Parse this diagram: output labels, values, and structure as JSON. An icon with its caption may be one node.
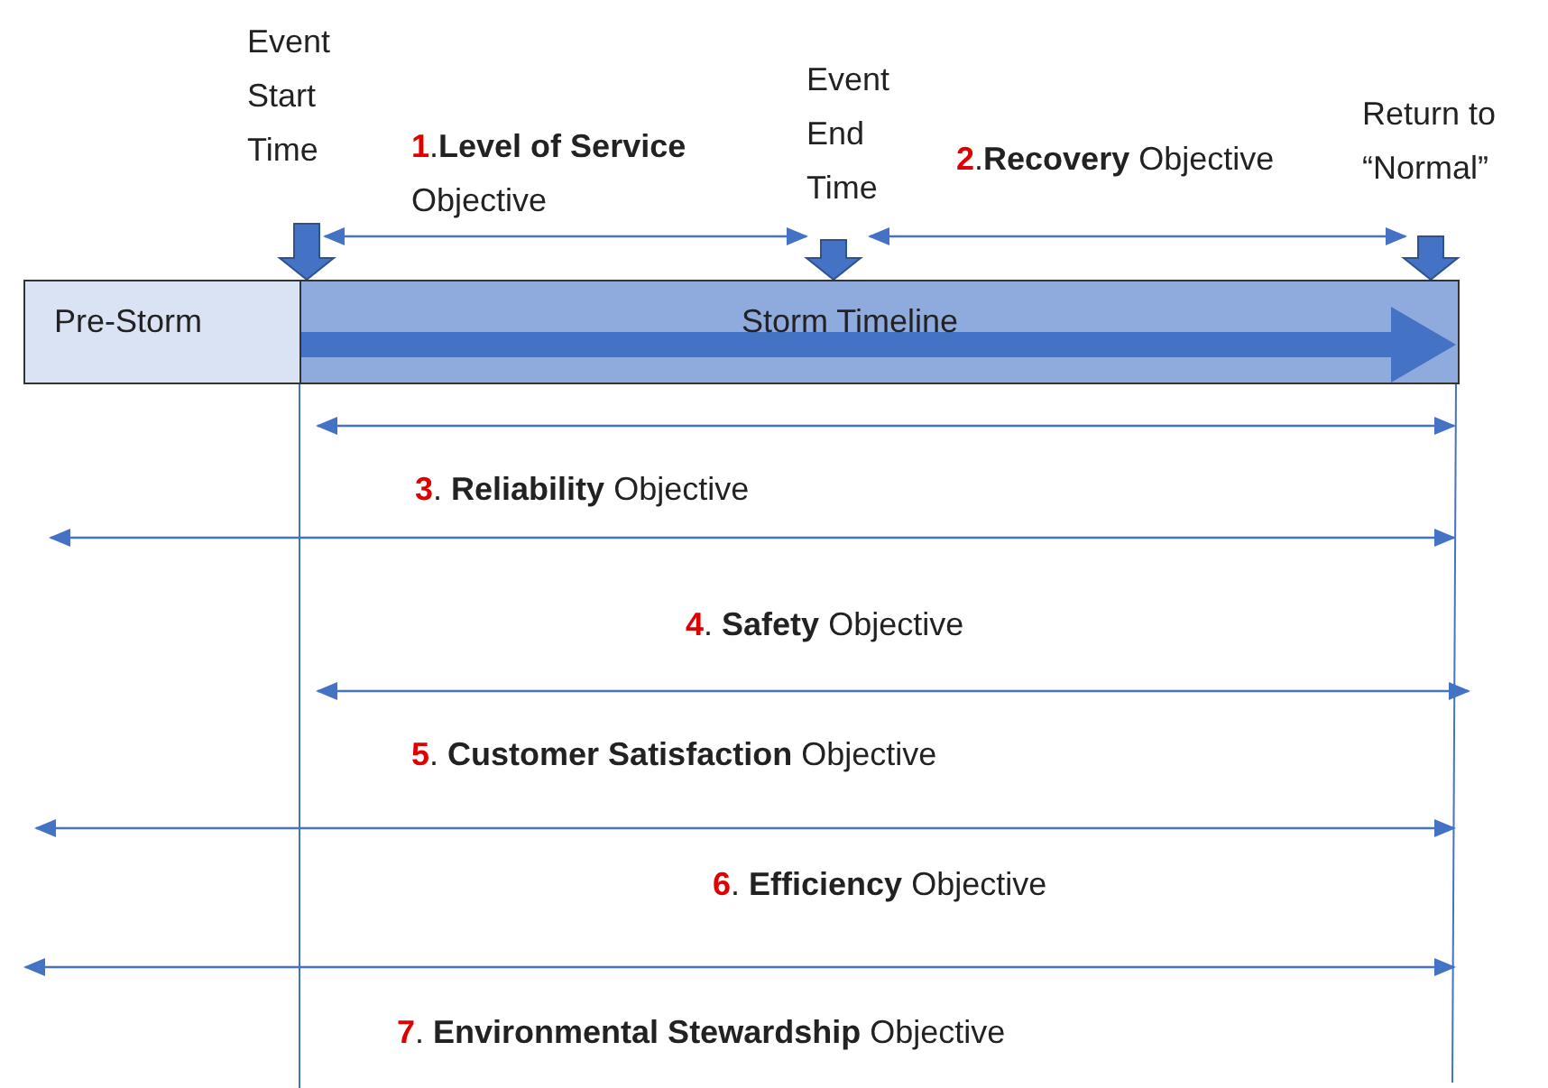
{
  "diagram": {
    "nodes": [
      {
        "text": [
          "Pre-Storm"
        ]
      },
      {
        "text": [
          "Storm Timeline"
        ]
      },
      {
        "text": [
          "Event Start Time"
        ]
      },
      {
        "text": [
          "Event End Time"
        ]
      },
      {
        "text": [
          "Return to “Normal”"
        ]
      }
    ],
    "edges": [
      {
        "from": 2,
        "to": 1,
        "arrow": "to"
      },
      {
        "from": 3,
        "to": 1,
        "arrow": "to"
      },
      {
        "from": 4,
        "to": 1,
        "arrow": "to"
      }
    ],
    "labels": [
      "1.**Level of Service** Objective",
      "2.**Recovery** Objective",
      "3. **Reliability** Objective",
      "4. **Safety** Objective",
      "5. **Customer Satisfaction** Objective",
      "6. **Efficiency** Objective",
      "7. **Environmental Stewardship** Objective"
    ]
  }
}
